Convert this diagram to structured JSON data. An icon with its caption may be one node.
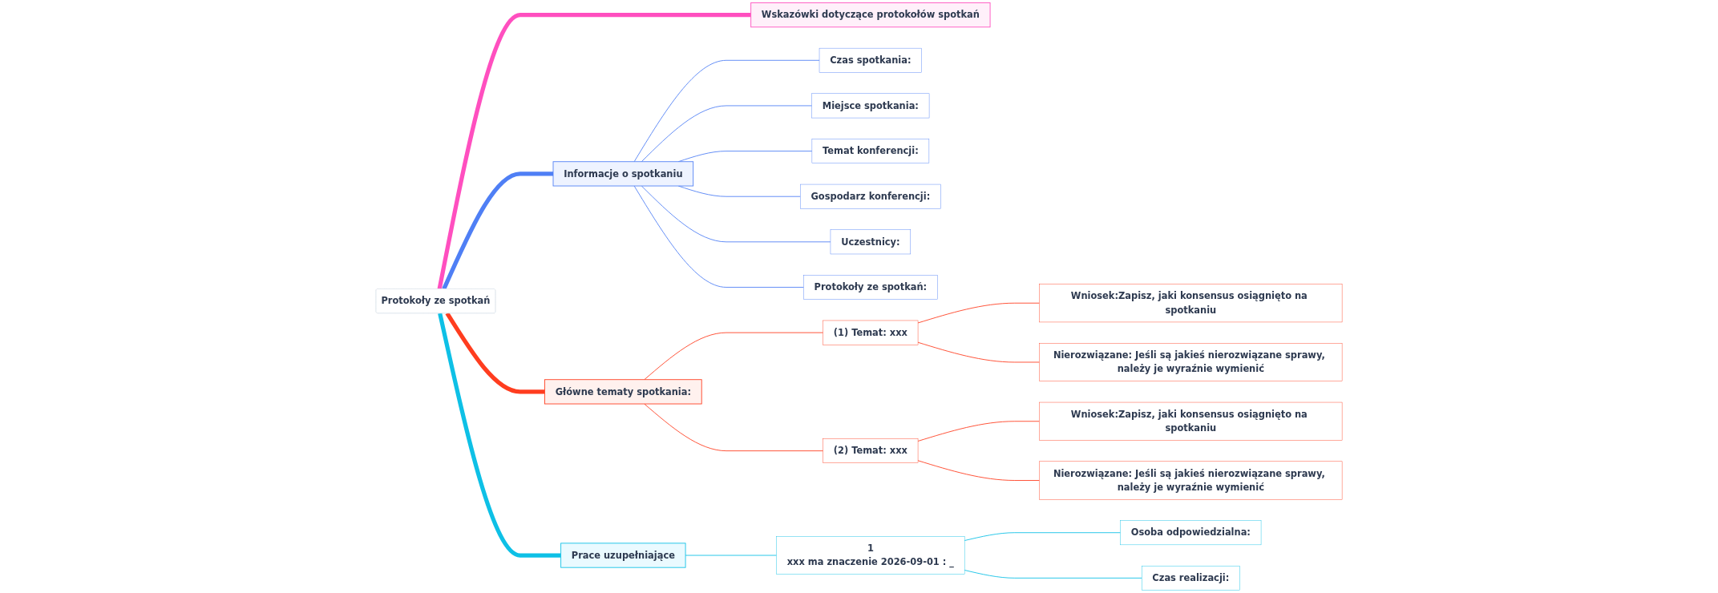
{
  "diagram": {
    "nodes": [
      {
        "text": [
          "Protokoły ze spotkań"
        ]
      },
      {
        "text": [
          "Wskazówki dotyczące protokołów spotkań"
        ]
      },
      {
        "text": [
          "Informacje o spotkaniu"
        ]
      },
      {
        "text": [
          "Czas spotkania:"
        ]
      },
      {
        "text": [
          "Miejsce spotkania:"
        ]
      },
      {
        "text": [
          "Temat konferencji:"
        ]
      },
      {
        "text": [
          "Gospodarz konferencji:"
        ]
      },
      {
        "text": [
          "Uczestnicy:"
        ]
      },
      {
        "text": [
          "Protokoły ze spotkań:"
        ]
      },
      {
        "text": [
          "Główne tematy spotkania:"
        ]
      },
      {
        "text": [
          "(1) Temat: xxx"
        ]
      },
      {
        "text": [
          "Wniosek:Zapisz, jaki konsensus osiągnięto na spotkaniu"
        ]
      },
      {
        "text": [
          "Nierozwiązane: Jeśli są jakieś nierozwiązane sprawy, należy je wyraźnie wymienić"
        ]
      },
      {
        "text": [
          "(2) Temat: xxx"
        ]
      },
      {
        "text": [
          "Wniosek:Zapisz, jaki konsensus osiągnięto na spotkaniu"
        ]
      },
      {
        "text": [
          "Nierozwiązane: Jeśli są jakieś nierozwiązane sprawy, należy je wyraźnie wymienić"
        ]
      },
      {
        "text": [
          "Prace uzupełniające"
        ]
      },
      {
        "text": [
          "1",
          "xxx ma znaczenie 2026-09-01 : _"
        ]
      },
      {
        "text": [
          "Osoba odpowiedzialna:"
        ]
      },
      {
        "text": [
          "Czas realizacji:"
        ]
      }
    ],
    "edges": [
      {
        "from": 0,
        "to": 1,
        "arrow": "none",
        "style": "thick",
        "color": "#ff4fbf"
      },
      {
        "from": 0,
        "to": 2,
        "arrow": "none",
        "style": "thick",
        "color": "#4f7ff5"
      },
      {
        "from": 2,
        "to": 3,
        "arrow": "none",
        "color": "#4f7ff5"
      },
      {
        "from": 2,
        "to": 4,
        "arrow": "none",
        "color": "#4f7ff5"
      },
      {
        "from": 2,
        "to": 5,
        "arrow": "none",
        "color": "#4f7ff5"
      },
      {
        "from": 2,
        "to": 6,
        "arrow": "none",
        "color": "#4f7ff5"
      },
      {
        "from": 2,
        "to": 7,
        "arrow": "none",
        "color": "#4f7ff5"
      },
      {
        "from": 2,
        "to": 8,
        "arrow": "none",
        "color": "#4f7ff5"
      },
      {
        "from": 0,
        "to": 9,
        "arrow": "none",
        "style": "thick",
        "color": "#ff3d1f"
      },
      {
        "from": 9,
        "to": 10,
        "arrow": "none",
        "color": "#ff3d1f"
      },
      {
        "from": 10,
        "to": 11,
        "arrow": "none",
        "color": "#ff3d1f"
      },
      {
        "from": 10,
        "to": 12,
        "arrow": "none",
        "color": "#ff3d1f"
      },
      {
        "from": 9,
        "to": 13,
        "arrow": "none",
        "color": "#ff3d1f"
      },
      {
        "from": 13,
        "to": 14,
        "arrow": "none",
        "color": "#ff3d1f"
      },
      {
        "from": 13,
        "to": 15,
        "arrow": "none",
        "color": "#ff3d1f"
      },
      {
        "from": 0,
        "to": 16,
        "arrow": "none",
        "style": "thick",
        "color": "#0ec0e6"
      },
      {
        "from": 16,
        "to": 17,
        "arrow": "none",
        "color": "#0ec0e6"
      },
      {
        "from": 17,
        "to": 18,
        "arrow": "none",
        "color": "#0ec0e6"
      },
      {
        "from": 17,
        "to": 19,
        "arrow": "none",
        "color": "#0ec0e6"
      }
    ]
  }
}
